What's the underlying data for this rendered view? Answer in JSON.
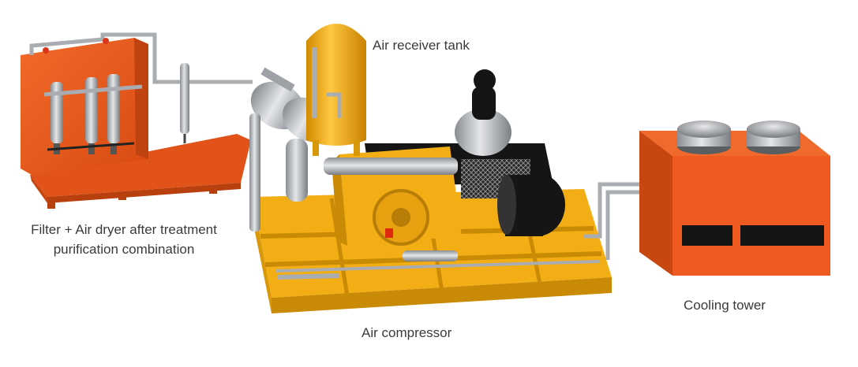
{
  "labels": {
    "receiver": "Air receiver tank",
    "filter_line1": "Filter + Air dryer after treatment",
    "filter_line2": "purification combination",
    "compressor": "Air compressor",
    "cooling": "Cooling tower"
  },
  "colors": {
    "orange": "#ef5a1f",
    "orange_dark": "#c24010",
    "yellow": "#f2ae14",
    "yellow_dark": "#c98a06",
    "steel": "#b8bcc0",
    "steel_dark": "#7d8186",
    "black": "#151515"
  }
}
